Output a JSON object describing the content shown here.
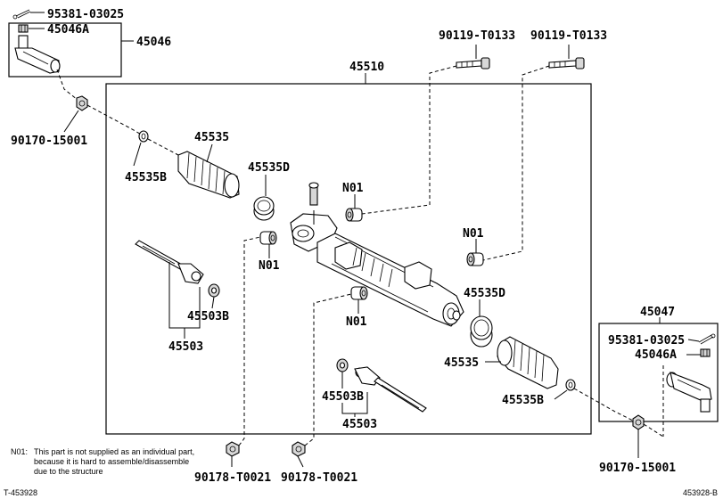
{
  "diagram": {
    "labels": {
      "top_left_95381": "95381-03025",
      "top_left_45046A": "45046A",
      "top_left_45046": "45046",
      "top_left_90170": "90170-15001",
      "bolt_1": "90119-T0133",
      "bolt_2": "90119-T0133",
      "assembly_45510": "45510",
      "boot_45535_left": "45535",
      "clip_45535B_left": "45535B",
      "clamp_45535D_left": "45535D",
      "n01_upper": "N01",
      "n01_left": "N01",
      "n01_right": "N01",
      "n01_lower": "N01",
      "clamp_45535D_right": "45535D",
      "boot_45535_right": "45535",
      "clip_45535B_right": "45535B",
      "rod_45503B_left": "45503B",
      "rod_45503_left": "45503",
      "rod_45503B_right": "45503B",
      "rod_45503_right": "45503",
      "right_45047": "45047",
      "right_95381": "95381-03025",
      "right_45046A": "45046A",
      "right_90170": "90170-15001",
      "bottom_90178_1": "90178-T0021",
      "bottom_90178_2": "90178-T0021"
    },
    "note": {
      "code": "N01:",
      "line1": "This part is not supplied as an individual part,",
      "line2": "because it is hard to assemble/disassemble",
      "line3": "due to the structure"
    },
    "footer": {
      "left_id": "T-453928",
      "right_id": "453928-B"
    }
  }
}
